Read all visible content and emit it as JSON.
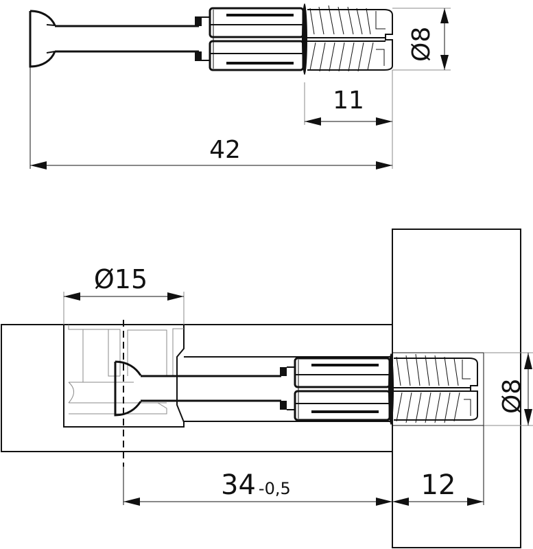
{
  "drawing": {
    "title": "Cam connector bolt with expanding dowel - dimension drawing",
    "line_color": "#111111",
    "background": "#ffffff"
  },
  "top_view": {
    "dimensions": {
      "diameter_thread": "Ø8",
      "thread_length": "11",
      "total_length": "42"
    }
  },
  "assembly_view": {
    "dimensions": {
      "cam_diameter": "Ø15",
      "dowel_diameter": "Ø8",
      "bolt_offset": "34",
      "bolt_offset_tolerance": "-0,5",
      "panel_depth": "12"
    }
  }
}
